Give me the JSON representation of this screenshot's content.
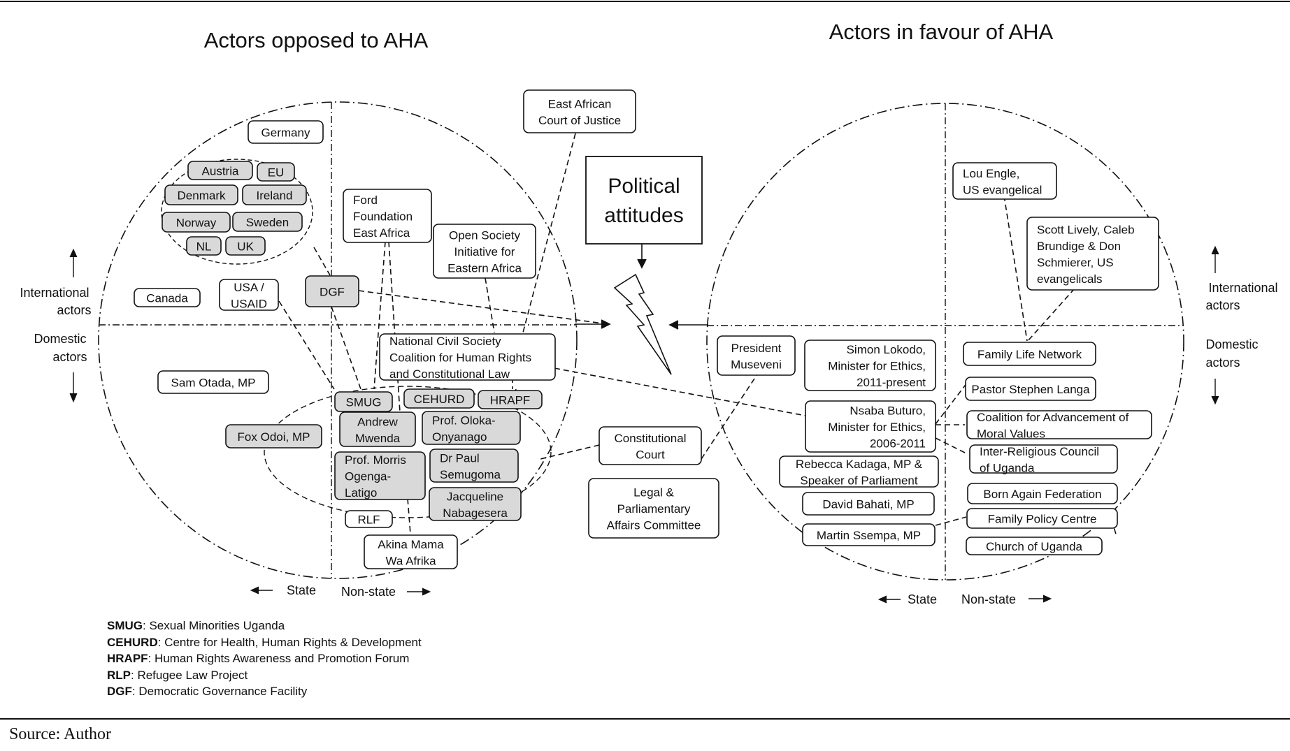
{
  "titles": {
    "opposed": "Actors opposed to AHA",
    "favour": "Actors in favour of AHA"
  },
  "center": {
    "political_line1": "Political",
    "political_line2": "attitudes"
  },
  "axes": {
    "left": {
      "intl_line1": "International",
      "intl_line2": "actors",
      "dom_line1": "Domestic",
      "dom_line2": "actors",
      "state": "State",
      "nonstate": "Non-state"
    },
    "right": {
      "intl_line1": "International",
      "intl_line2": "actors",
      "dom_line1": "Domestic",
      "dom_line2": "actors",
      "state": "State",
      "nonstate": "Non-state"
    }
  },
  "nodes": [
    {
      "id": "germany",
      "lines": [
        "Germany"
      ],
      "shaded": false
    },
    {
      "id": "austria",
      "lines": [
        "Austria"
      ],
      "shaded": true
    },
    {
      "id": "eu",
      "lines": [
        "EU"
      ],
      "shaded": true
    },
    {
      "id": "denmark",
      "lines": [
        "Denmark"
      ],
      "shaded": true
    },
    {
      "id": "ireland",
      "lines": [
        "Ireland"
      ],
      "shaded": true
    },
    {
      "id": "norway",
      "lines": [
        "Norway"
      ],
      "shaded": true
    },
    {
      "id": "sweden",
      "lines": [
        "Sweden"
      ],
      "shaded": true
    },
    {
      "id": "nl",
      "lines": [
        "NL"
      ],
      "shaded": true
    },
    {
      "id": "uk",
      "lines": [
        "UK"
      ],
      "shaded": true
    },
    {
      "id": "canada",
      "lines": [
        "Canada"
      ],
      "shaded": false
    },
    {
      "id": "usa",
      "lines": [
        "USA /",
        "USAID"
      ],
      "shaded": false
    },
    {
      "id": "dgf",
      "lines": [
        "DGF"
      ],
      "shaded": true
    },
    {
      "id": "ford",
      "lines": [
        "Ford",
        "Foundation",
        "East Africa"
      ],
      "shaded": false
    },
    {
      "id": "osiea",
      "lines": [
        "Open Society",
        "Initiative for",
        "Eastern Africa"
      ],
      "shaded": false
    },
    {
      "id": "eacj",
      "lines": [
        "East African",
        "Court of Justice"
      ],
      "shaded": false
    },
    {
      "id": "ncsc",
      "lines": [
        "National Civil Society",
        "Coalition for Human Rights",
        "and Constitutional Law"
      ],
      "shaded": false
    },
    {
      "id": "sam",
      "lines": [
        "Sam Otada, MP"
      ],
      "shaded": false
    },
    {
      "id": "fox",
      "lines": [
        "Fox Odoi, MP"
      ],
      "shaded": true
    },
    {
      "id": "smug",
      "lines": [
        "SMUG"
      ],
      "shaded": true
    },
    {
      "id": "cehurd",
      "lines": [
        "CEHURD"
      ],
      "shaded": true
    },
    {
      "id": "hrapf",
      "lines": [
        "HRAPF"
      ],
      "shaded": true
    },
    {
      "id": "mwenda",
      "lines": [
        "Andrew",
        "Mwenda"
      ],
      "shaded": true
    },
    {
      "id": "oloka",
      "lines": [
        "Prof. Oloka-",
        "Onyanago"
      ],
      "shaded": true
    },
    {
      "id": "morris",
      "lines": [
        "Prof. Morris",
        "Ogenga-",
        "Latigo"
      ],
      "shaded": true
    },
    {
      "id": "semugoma",
      "lines": [
        "Dr Paul",
        "Semugoma"
      ],
      "shaded": true
    },
    {
      "id": "jacqueline",
      "lines": [
        "Jacqueline",
        "Nabagesera"
      ],
      "shaded": true
    },
    {
      "id": "rlf",
      "lines": [
        "RLF"
      ],
      "shaded": false
    },
    {
      "id": "akina",
      "lines": [
        "Akina Mama",
        "Wa Afrika"
      ],
      "shaded": false
    },
    {
      "id": "constcourt",
      "lines": [
        "Constitutional",
        "Court"
      ],
      "shaded": false
    },
    {
      "id": "legal",
      "lines": [
        "Legal &",
        "Parliamentary",
        "Affairs Committee"
      ],
      "shaded": false
    },
    {
      "id": "museveni",
      "lines": [
        "President",
        "Museveni"
      ],
      "shaded": false
    },
    {
      "id": "lokodo",
      "lines": [
        "Simon Lokodo,",
        "Minister for Ethics,",
        "2011-present"
      ],
      "shaded": false
    },
    {
      "id": "buturo",
      "lines": [
        "Nsaba Buturo,",
        "Minister for Ethics,",
        "2006-2011"
      ],
      "shaded": false
    },
    {
      "id": "kadaga",
      "lines": [
        "Rebecca Kadaga, MP &",
        "Speaker of Parliament"
      ],
      "shaded": false
    },
    {
      "id": "bahati",
      "lines": [
        "David Bahati, MP"
      ],
      "shaded": false
    },
    {
      "id": "ssempa",
      "lines": [
        "Martin Ssempa, MP"
      ],
      "shaded": false
    },
    {
      "id": "louengle",
      "lines": [
        "Lou Engle,",
        "US evangelical"
      ],
      "shaded": false
    },
    {
      "id": "lively",
      "lines": [
        "Scott Lively, Caleb",
        "Brundige & Don",
        "Schmierer, US",
        "evangelicals"
      ],
      "shaded": false
    },
    {
      "id": "fln",
      "lines": [
        "Family Life Network"
      ],
      "shaded": false
    },
    {
      "id": "langa",
      "lines": [
        "Pastor Stephen Langa"
      ],
      "shaded": false
    },
    {
      "id": "camv",
      "lines": [
        "Coalition for Advancement of",
        "Moral Values"
      ],
      "shaded": false
    },
    {
      "id": "ircu",
      "lines": [
        "Inter-Religious Council",
        "of Uganda"
      ],
      "shaded": false
    },
    {
      "id": "baf",
      "lines": [
        "Born Again Federation"
      ],
      "shaded": false
    },
    {
      "id": "fpc",
      "lines": [
        "Family Policy Centre"
      ],
      "shaded": false
    },
    {
      "id": "cou",
      "lines": [
        "Church of Uganda"
      ],
      "shaded": false
    }
  ],
  "legend": [
    {
      "abbr": "SMUG",
      "text": ": Sexual Minorities Uganda"
    },
    {
      "abbr": "CEHURD",
      "text": ": Centre for Health, Human Rights & Development"
    },
    {
      "abbr": "HRAPF",
      "text": ": Human Rights Awareness and Promotion Forum"
    },
    {
      "abbr": "RLP",
      "text": ": Refugee Law Project"
    },
    {
      "abbr": "DGF",
      "text": ": Democratic Governance Facility"
    }
  ],
  "source": "Source: Author"
}
